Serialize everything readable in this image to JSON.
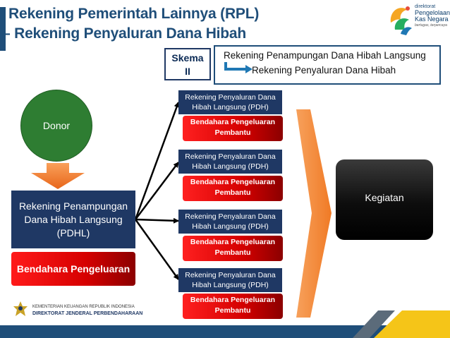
{
  "title": {
    "line1": "Rekening Pemerintah Lainnya (RPL)",
    "line2": "– Rekening Penyaluran Dana Hibah"
  },
  "logo": {
    "small": "direktorat",
    "brand_line1": "Pengelolaan",
    "brand_line2": "Kas Negara",
    "tagline": "bertugas, terpercaya"
  },
  "skema": {
    "line1": "Skema",
    "line2": "II"
  },
  "legend": {
    "line1": "Rekening Penampungan Dana Hibah Langsung",
    "line2": "Rekening Penyaluran Dana Hibah"
  },
  "donor": {
    "label": "Donor"
  },
  "pdhl": {
    "line1": "Rekening Penampungan",
    "line2": "Dana Hibah Langsung",
    "line3": "(PDHL)"
  },
  "bendahara_main": {
    "label": "Bendahara Pengeluaran"
  },
  "pdh_items": [
    {
      "line1": "Rekening Penyaluran Dana",
      "line2": "Hibah Langsung (PDH)",
      "bp_line1": "Bendahara Pengeluaran",
      "bp_line2": "Pembantu"
    },
    {
      "line1": "Rekening Penyaluran Dana",
      "line2": "Hibah Langsung (PDH)",
      "bp_line1": "Bendahara Pengeluaran",
      "bp_line2": "Pembantu"
    },
    {
      "line1": "Rekening Penyaluran Dana",
      "line2": "Hibah Langsung (PDH)",
      "bp_line1": "Bendahara Pengeluaran",
      "bp_line2": "Pembantu"
    },
    {
      "line1": "Rekening Penyaluran Dana",
      "line2": "Hibah Langsung (PDH)",
      "bp_line1": "Bendahara Pengeluaran",
      "bp_line2": "Pembantu"
    }
  ],
  "kegiatan": {
    "label": "Kegiatan"
  },
  "footer": {
    "line1": "KEMENTERIAN KEUANGAN REPUBLIK INDONESIA",
    "line2": "DIREKTORAT JENDERAL PERBENDAHARAAN"
  },
  "colors": {
    "title": "#1f4e79",
    "navy_box": "#1f3864",
    "red_box": "#d60000",
    "donor_green": "#2e7d32",
    "arrow_orange": "#f47b20",
    "kegiatan_black": "#000000"
  },
  "icons": [
    "pengelolaan-kas-negara-logo",
    "garuda-emblem-icon",
    "curved-arrow-icon"
  ]
}
